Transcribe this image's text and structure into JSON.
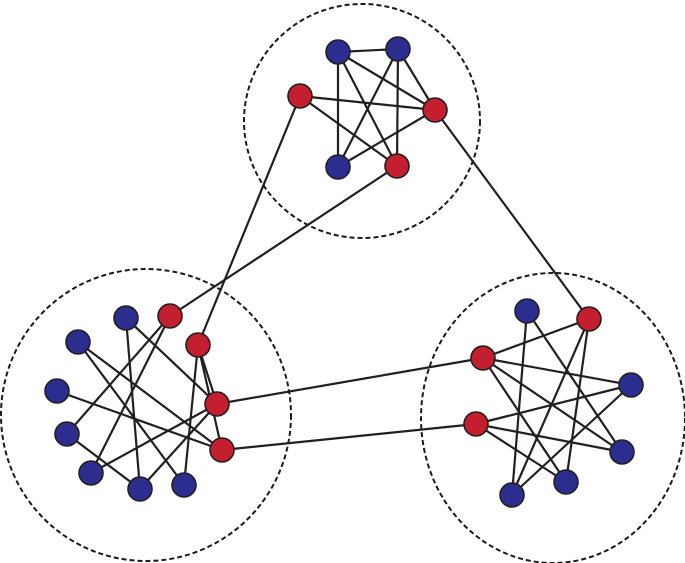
{
  "colors": {
    "blue": "#2b2e8f",
    "red": "#c41f2e",
    "edge": "#231f20",
    "boundary": "#1a1a1a",
    "background": "#ffffff"
  },
  "communities": [
    "top",
    "left",
    "right"
  ],
  "nodes": [
    {
      "id": "T1",
      "community": "top",
      "color": "blue"
    },
    {
      "id": "T2",
      "community": "top",
      "color": "blue"
    },
    {
      "id": "T3",
      "community": "top",
      "color": "red"
    },
    {
      "id": "T4",
      "community": "top",
      "color": "red"
    },
    {
      "id": "T5",
      "community": "top",
      "color": "blue"
    },
    {
      "id": "T6",
      "community": "top",
      "color": "red"
    },
    {
      "id": "L1",
      "community": "left",
      "color": "blue"
    },
    {
      "id": "L2",
      "community": "left",
      "color": "red"
    },
    {
      "id": "L3",
      "community": "left",
      "color": "blue"
    },
    {
      "id": "L4",
      "community": "left",
      "color": "red"
    },
    {
      "id": "L5",
      "community": "left",
      "color": "blue"
    },
    {
      "id": "L6",
      "community": "left",
      "color": "red"
    },
    {
      "id": "L7",
      "community": "left",
      "color": "blue"
    },
    {
      "id": "L8",
      "community": "left",
      "color": "red"
    },
    {
      "id": "L9",
      "community": "left",
      "color": "blue"
    },
    {
      "id": "L10",
      "community": "left",
      "color": "blue"
    },
    {
      "id": "L11",
      "community": "left",
      "color": "blue"
    },
    {
      "id": "R1",
      "community": "right",
      "color": "blue"
    },
    {
      "id": "R2",
      "community": "right",
      "color": "red"
    },
    {
      "id": "R3",
      "community": "right",
      "color": "red"
    },
    {
      "id": "R4",
      "community": "right",
      "color": "blue"
    },
    {
      "id": "R5",
      "community": "right",
      "color": "red"
    },
    {
      "id": "R6",
      "community": "right",
      "color": "blue"
    },
    {
      "id": "R7",
      "community": "right",
      "color": "blue"
    },
    {
      "id": "R8",
      "community": "right",
      "color": "blue"
    }
  ],
  "edges": [
    [
      "T1",
      "T2"
    ],
    [
      "T1",
      "T5"
    ],
    [
      "T1",
      "T4"
    ],
    [
      "T1",
      "T6"
    ],
    [
      "T2",
      "T4"
    ],
    [
      "T2",
      "T6"
    ],
    [
      "T3",
      "T6"
    ],
    [
      "T3",
      "T4"
    ],
    [
      "T2",
      "T5"
    ],
    [
      "T4",
      "T5"
    ],
    [
      "L1",
      "L6"
    ],
    [
      "L1",
      "L10"
    ],
    [
      "L2",
      "L9"
    ],
    [
      "L2",
      "L7"
    ],
    [
      "L3",
      "L8"
    ],
    [
      "L3",
      "L11"
    ],
    [
      "L4",
      "L6"
    ],
    [
      "L4",
      "L11"
    ],
    [
      "L5",
      "L8"
    ],
    [
      "L6",
      "L10"
    ],
    [
      "L7",
      "L10"
    ],
    [
      "L9",
      "L6"
    ],
    [
      "L4",
      "L8"
    ],
    [
      "R1",
      "R6"
    ],
    [
      "R1",
      "R8"
    ],
    [
      "R2",
      "R3"
    ],
    [
      "R2",
      "R8"
    ],
    [
      "R2",
      "R7"
    ],
    [
      "R3",
      "R4"
    ],
    [
      "R3",
      "R7"
    ],
    [
      "R3",
      "R6"
    ],
    [
      "R5",
      "R4"
    ],
    [
      "R5",
      "R6"
    ],
    [
      "R4",
      "R8"
    ],
    [
      "R5",
      "R7"
    ],
    [
      "T3",
      "L4"
    ],
    [
      "T6",
      "L2"
    ],
    [
      "T4",
      "R2"
    ],
    [
      "L6",
      "R3"
    ],
    [
      "L8",
      "R5"
    ]
  ]
}
